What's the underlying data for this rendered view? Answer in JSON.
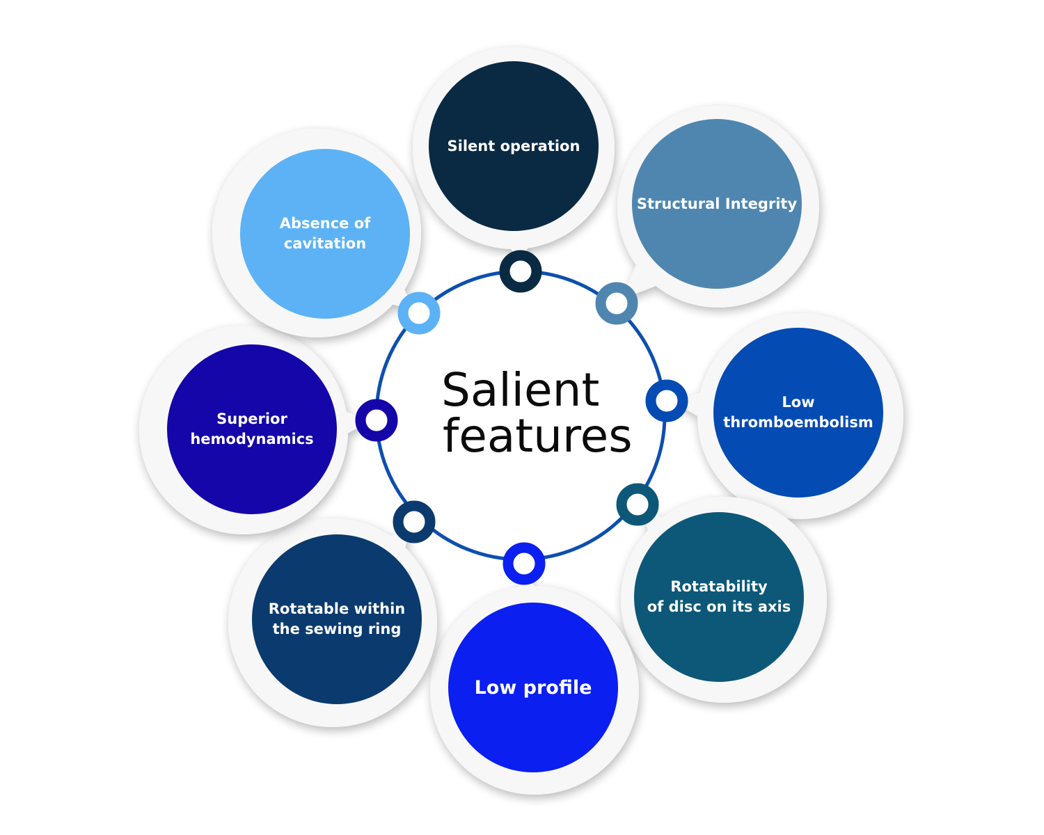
{
  "title_lines": [
    "Salient",
    "features"
  ],
  "colors": {
    "ring": "#0d4fb0",
    "title": "#0b0b0b",
    "halo": "#f7f7f8",
    "halo_shadow": "#d8d8dc"
  },
  "features": [
    {
      "lines": [
        "Silent operation"
      ],
      "color": "#0a2a44"
    },
    {
      "lines": [
        "Structural Integrity"
      ],
      "color": "#4f86b0"
    },
    {
      "lines": [
        "Low",
        "thromboembolism"
      ],
      "color": "#044bb4"
    },
    {
      "lines": [
        "Rotatability",
        "of disc on its axis"
      ],
      "color": "#0d5878"
    },
    {
      "lines": [
        "Low profile"
      ],
      "color": "#0a1ff0"
    },
    {
      "lines": [
        "Rotatable within",
        "the sewing ring"
      ],
      "color": "#0b3a6e"
    },
    {
      "lines": [
        "Superior",
        "hemodynamics"
      ],
      "color": "#1406a8"
    },
    {
      "lines": [
        "Absence of",
        "cavitation"
      ],
      "color": "#5cb2f4"
    }
  ]
}
